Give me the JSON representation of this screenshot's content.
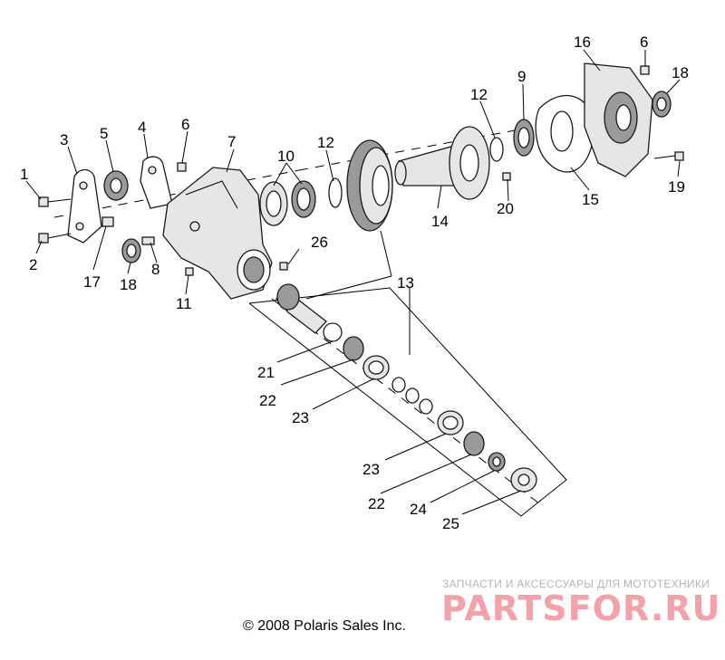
{
  "diagram": {
    "callouts": [
      "1",
      "2",
      "3",
      "4",
      "5",
      "6",
      "6",
      "7",
      "8",
      "9",
      "10",
      "11",
      "12",
      "12",
      "13",
      "14",
      "15",
      "16",
      "17",
      "18",
      "18",
      "19",
      "20",
      "21",
      "22",
      "22",
      "23",
      "23",
      "24",
      "25",
      "26"
    ]
  },
  "watermark": {
    "tagline": "ЗАПЧАСТИ И АКСЕССУАРЫ ДЛЯ МОТОТЕХНИКИ",
    "logo": "PARTSFOR.RU"
  },
  "footer": {
    "copyright": "© 2008 Polaris Sales Inc."
  }
}
